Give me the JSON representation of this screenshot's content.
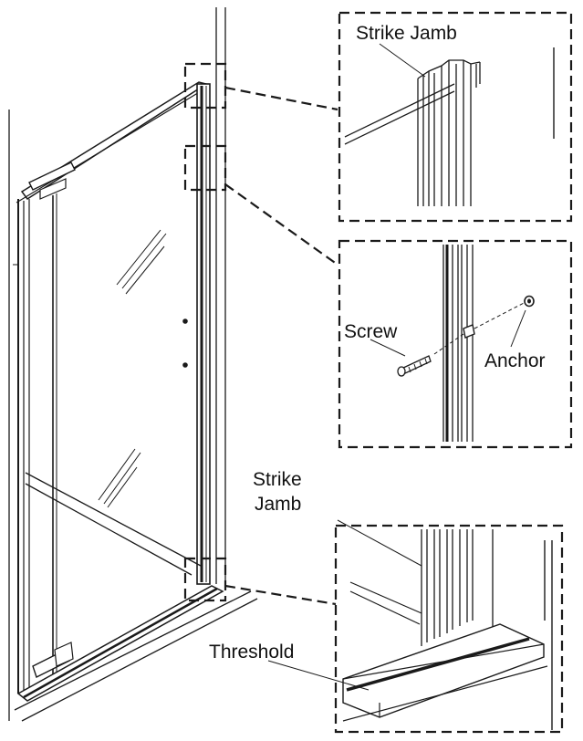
{
  "labels": {
    "strike_jamb_top": "Strike Jamb",
    "screw": "Screw",
    "anchor": "Anchor",
    "strike_bottom_line1": "Strike",
    "strike_bottom_line2": "Jamb",
    "threshold": "Threshold"
  },
  "colors": {
    "line": "#1a1a1a",
    "background": "#ffffff"
  }
}
